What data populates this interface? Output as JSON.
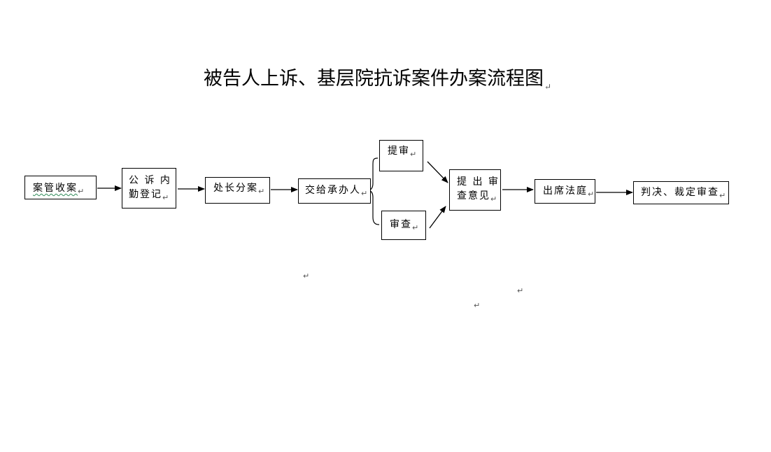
{
  "title": "被告人上诉、基层院抗诉案件办案流程图",
  "paragraph_mark": "↵",
  "nodes": {
    "case_intake": "案管收案",
    "public_prosecution_registration_line1": "公 诉 内",
    "public_prosecution_registration_line2": "勤登记",
    "division_chief_assigns": "处长分案",
    "assign_to_handler": "交给承办人",
    "arraignment": "提审",
    "review": "审查",
    "submit_review_opinion_line1": "提 出 审",
    "submit_review_opinion_line2": "查意见",
    "appear_in_court": "出席法庭",
    "judgment_review": "判决、裁定审查"
  }
}
